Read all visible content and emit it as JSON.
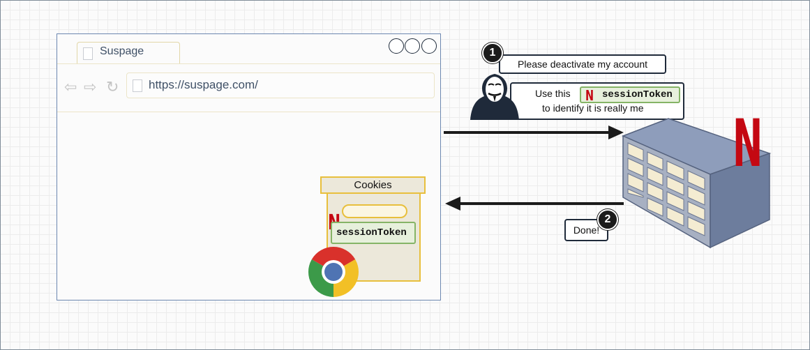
{
  "browser": {
    "tab_title": "Suspage",
    "url": "https://suspage.com/"
  },
  "cookie_jar": {
    "label": "Cookies",
    "token": "sessionToken"
  },
  "request": {
    "step": "1",
    "message": "Please deactivate my account",
    "line1_prefix": "Use this",
    "token": "sessionToken",
    "line2": "to identify it is really me"
  },
  "response": {
    "step": "2",
    "message": "Done!"
  },
  "logo_letter": "N",
  "colors": {
    "logo_red": "#c40812",
    "jar_border": "#e8bf3c",
    "token_border": "#85b466",
    "browser_border": "#6c87b0",
    "server_blue": "#7f8fb0"
  }
}
